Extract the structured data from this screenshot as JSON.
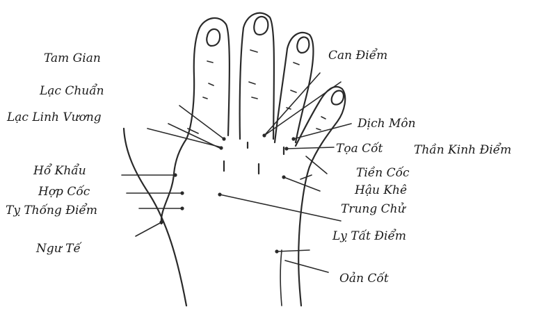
{
  "labels": {
    "tam_gian": "Tam Gian",
    "lac_chuan": "Lạc Chuẩn",
    "lac_linh_vuong": "Lạc Linh Vương",
    "ho_khau": "Hổ Khẩu",
    "hop_coc": "Hợp Cốc",
    "ty_thong_diem": "Tỵ Thống Điểm",
    "ngu_te": "Ngư Tế",
    "can_diem": "Can Điểm",
    "dich_mon": "Dịch Môn",
    "toa_cot": "Tọa Cốt",
    "than_kinh_diem": "Thần Kinh Điểm",
    "tien_coc": "Tiền Cốc",
    "hau_khe": "Hậu Khê",
    "trung_chu": "Trung Chử",
    "ly_tat_diem": "Lỵ Tất Điểm",
    "oan_cot": "Oản Cốt"
  }
}
